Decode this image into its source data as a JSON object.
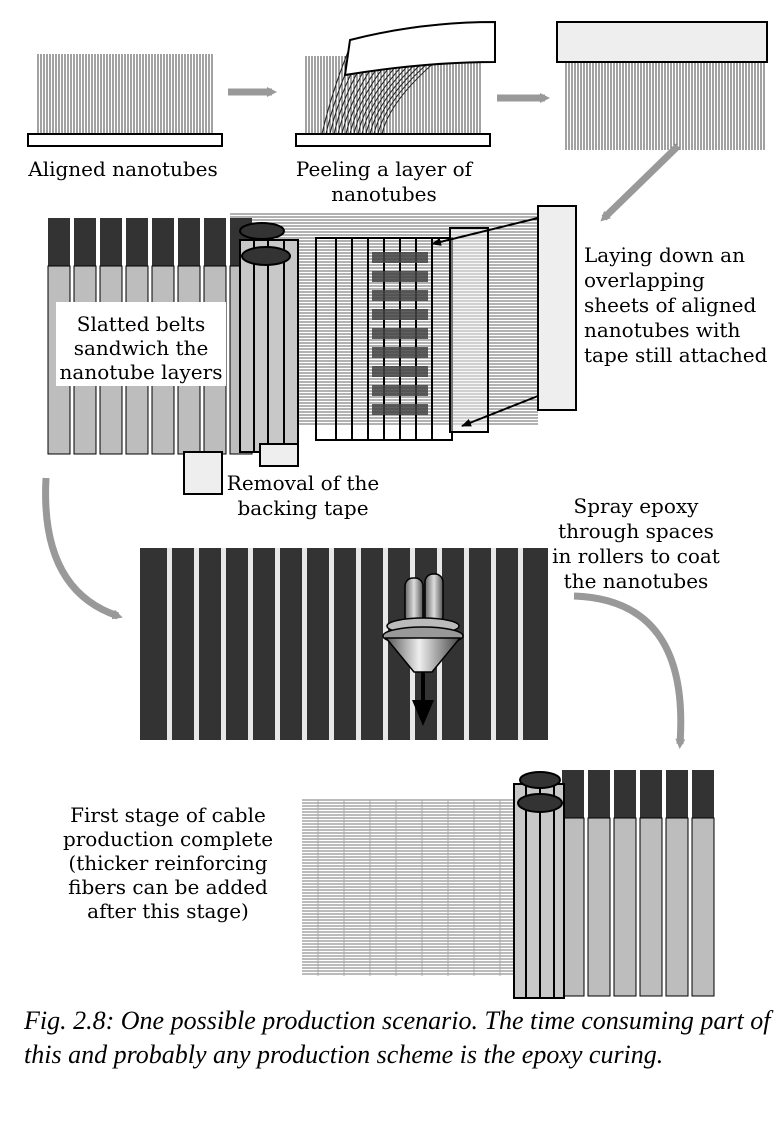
{
  "labels": {
    "aligned": "Aligned nanotubes",
    "peeling": [
      "Peeling a layer of",
      "nanotubes"
    ],
    "laying": [
      "Laying down an",
      "overlapping",
      "sheets of aligned",
      "nanotubes with",
      "tape still attached"
    ],
    "slatted": [
      "Slatted belts",
      "sandwich the",
      "nanotube layers"
    ],
    "removal": [
      "Removal of the",
      "backing tape"
    ],
    "spray": [
      "Spray epoxy",
      "through spaces",
      "in rollers to coat",
      "the nanotubes"
    ],
    "first_stage": [
      "First stage of cable",
      "production complete",
      "(thicker reinforcing",
      "fibers can be added",
      "after this stage)"
    ]
  },
  "caption": "Fig. 2.8: One possible production scenario.  The time consuming part of this and probably any production scheme is the epoxy curing.",
  "colors": {
    "dark_slat": "#333333",
    "light_slat": "#bdbdbd",
    "arrow": "#999999",
    "tape": "#eeeeee"
  }
}
